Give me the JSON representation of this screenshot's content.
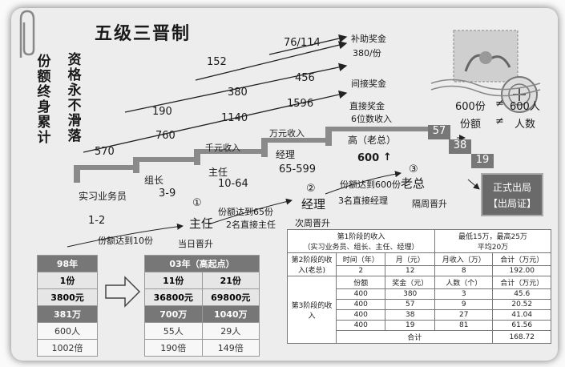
{
  "title": "五级三晋制",
  "side_left": "份额终身累计",
  "side_right": "资格永不滑落",
  "ladder_numbers": {
    "n570": "570",
    "n760": "760",
    "n190": "190",
    "n1140": "1140",
    "n380": "380",
    "n152": "152",
    "n1596": "1596",
    "n456": "456",
    "n76_114": "76/114",
    "n380_share": "380/份"
  },
  "bonuses": {
    "subsidy": "补助奖金",
    "indirect": "间接奖金",
    "direct": "直接奖金",
    "six_digit": "6位数收入"
  },
  "steps": {
    "intern": "实习业务员",
    "intern_range": "1-2",
    "leader": "组长",
    "leader_range": "3-9",
    "thousand": "千元收入",
    "director": "主任",
    "director_range": "10-64",
    "ten_thousand": "万元收入",
    "manager": "经理",
    "manager_range": "65-599",
    "senior": "高（老总）",
    "senior_value": "600",
    "up_arrow": "↑"
  },
  "stages": {
    "c1": "①",
    "c2": "②",
    "c3": "③",
    "director": "主任",
    "manager": "经理",
    "boss": "老总",
    "reach10": "份额达到10份",
    "reach65": "份额达到65份",
    "reach600": "份额达到600份",
    "two_direct": "2名直接主任",
    "three_direct": "3名直接经理",
    "sameday": "当日晋升",
    "nextweek": "隔周晋升",
    "nextweek2": "次周晋升"
  },
  "cascade": [
    "57",
    "38",
    "19"
  ],
  "exit": {
    "line1": "正式出局",
    "line2": "【出局证】"
  },
  "right_note": {
    "r1a": "600份",
    "r1neq": "≠",
    "r1b": "600人",
    "r2a": "份额",
    "r2neq": "≠",
    "r2b": "人数"
  },
  "left_table": {
    "year": "98年",
    "shares": "1份",
    "price": "3800元",
    "total": "381万",
    "people": "600人",
    "times": "1002倍"
  },
  "right_table": {
    "header": "03年（高起点）",
    "cols": [
      {
        "shares": "11份",
        "price": "36800元",
        "total": "700万",
        "people": "55人",
        "times": "190倍"
      },
      {
        "shares": "21份",
        "price": "69800元",
        "total": "1040万",
        "people": "29人",
        "times": "149倍"
      }
    ]
  },
  "income_table": {
    "row1": {
      "title": "第1阶段的收入\n（实习业务员、组长、主任、经理）",
      "col2a": "最低15万，最高25万",
      "col2b": "平均20万"
    },
    "stage2": {
      "label": "第2阶段的收入(老总)",
      "headers": [
        "时间（年）",
        "月（元）",
        "月收入（万）",
        "合计（万元）"
      ],
      "values": [
        "2",
        "12",
        "8",
        "192.00"
      ]
    },
    "stage3": {
      "label": "第3阶段的收入",
      "headers": [
        "份额",
        "奖金（元）",
        "人数（个）",
        "合计（万元）"
      ],
      "rows": [
        [
          "400",
          "380",
          "3",
          "45.6"
        ],
        [
          "400",
          "57",
          "9",
          "20.52"
        ],
        [
          "400",
          "38",
          "27",
          "41.04"
        ],
        [
          "400",
          "19",
          "81",
          "61.56"
        ]
      ],
      "total_label": "合计",
      "total_value": "168.72"
    }
  }
}
